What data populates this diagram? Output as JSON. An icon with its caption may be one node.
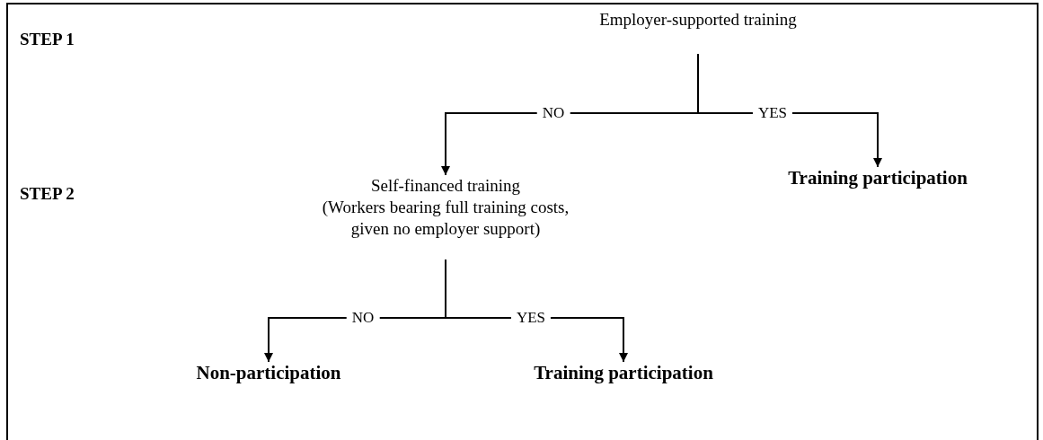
{
  "diagram": {
    "nodes": [
      {
        "text": [
          "Employer-supported training"
        ]
      },
      {
        "text": [
          "Self-financed training",
          "(Workers bearing full training costs, given no employer support)"
        ]
      },
      {
        "text": [
          "Training participation"
        ]
      },
      {
        "text": [
          "Non-participation"
        ]
      },
      {
        "text": [
          "Training participation"
        ]
      }
    ],
    "edges": [
      {
        "from": 0,
        "to": 1,
        "arrow": "to",
        "label": "NO"
      },
      {
        "from": 0,
        "to": 2,
        "arrow": "to",
        "label": "YES"
      },
      {
        "from": 1,
        "to": 3,
        "arrow": "to",
        "label": "NO"
      },
      {
        "from": 1,
        "to": 4,
        "arrow": "to",
        "label": "YES"
      }
    ],
    "labels": [
      "STEP 1",
      "STEP 2"
    ]
  }
}
